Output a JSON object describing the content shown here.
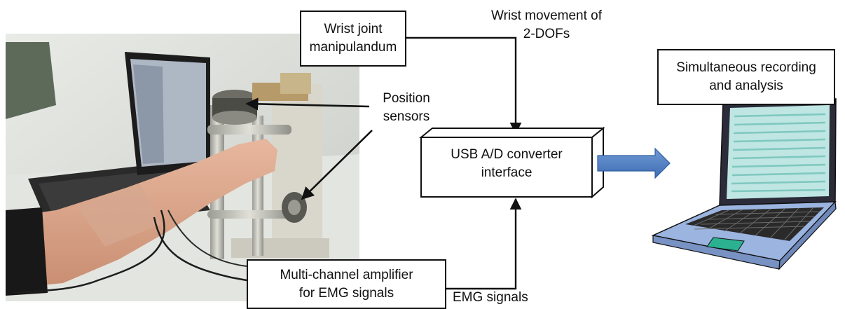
{
  "wrist_box": {
    "line1": "Wrist joint",
    "line2": "manipulandum"
  },
  "wrist_movement": {
    "line1": "Wrist movement of",
    "line2": "2-DOFs"
  },
  "position_sensors": {
    "line1": "Position",
    "line2": "sensors"
  },
  "converter_box": {
    "line1": "USB A/D converter",
    "line2": "interface"
  },
  "recording_box": {
    "line1": "Simultaneous recording",
    "line2": "and analysis"
  },
  "amplifier_box": {
    "line1": "Multi-channel amplifier",
    "line2": "for EMG signals"
  },
  "emg_label": "EMG signals",
  "colors": {
    "arrow_blue": "#4f7fc0",
    "laptop_screen": "#bfe6e2",
    "laptop_body": "#9bb4e0"
  }
}
